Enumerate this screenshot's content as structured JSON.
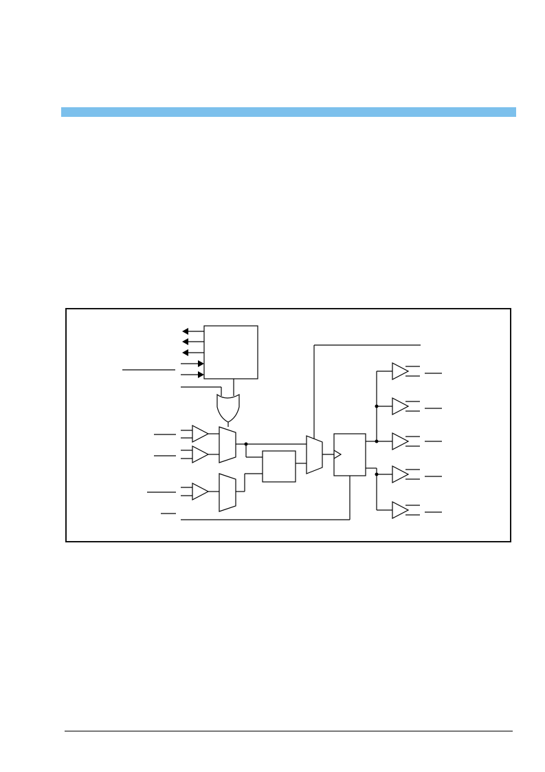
{
  "page": {
    "header_color": "#7cc0ec",
    "frame_color": "#111111",
    "line_color": "#000000"
  },
  "diagram": {
    "type": "block-diagram",
    "blocks": [
      {
        "id": "block-top",
        "kind": "rectangle"
      },
      {
        "id": "or-gate",
        "kind": "or-gate"
      },
      {
        "id": "mux-1",
        "kind": "multiplexer"
      },
      {
        "id": "mux-2",
        "kind": "multiplexer"
      },
      {
        "id": "block-mid",
        "kind": "rectangle"
      },
      {
        "id": "mux-3",
        "kind": "multiplexer"
      },
      {
        "id": "flip-flop",
        "kind": "clocked-register"
      }
    ],
    "input_buffers": 3,
    "output_buffers": 5,
    "top_block_arrows": {
      "outgoing": 3,
      "incoming": 2
    }
  }
}
